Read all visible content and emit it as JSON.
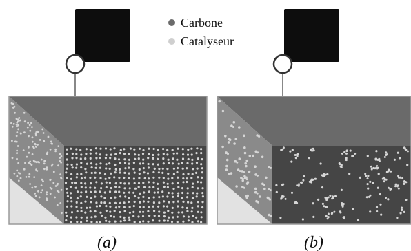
{
  "legend": {
    "items": [
      {
        "label": "Carbone",
        "color": "#6b6b6b"
      },
      {
        "label": "Catalyseur",
        "color": "#cfcfcf"
      }
    ]
  },
  "panels": [
    {
      "caption": "(a)",
      "distribution": "uniform"
    },
    {
      "caption": "(b)",
      "distribution": "agglomerated"
    }
  ],
  "colors": {
    "top_face": "#6a6a6a",
    "side_face": "#8a8a8a",
    "front_face": "#454545",
    "bottom_wedge": "#e2e2e2",
    "particle": "#d6d6d6",
    "lens": "#0d0d0d",
    "connector": "#888888"
  }
}
